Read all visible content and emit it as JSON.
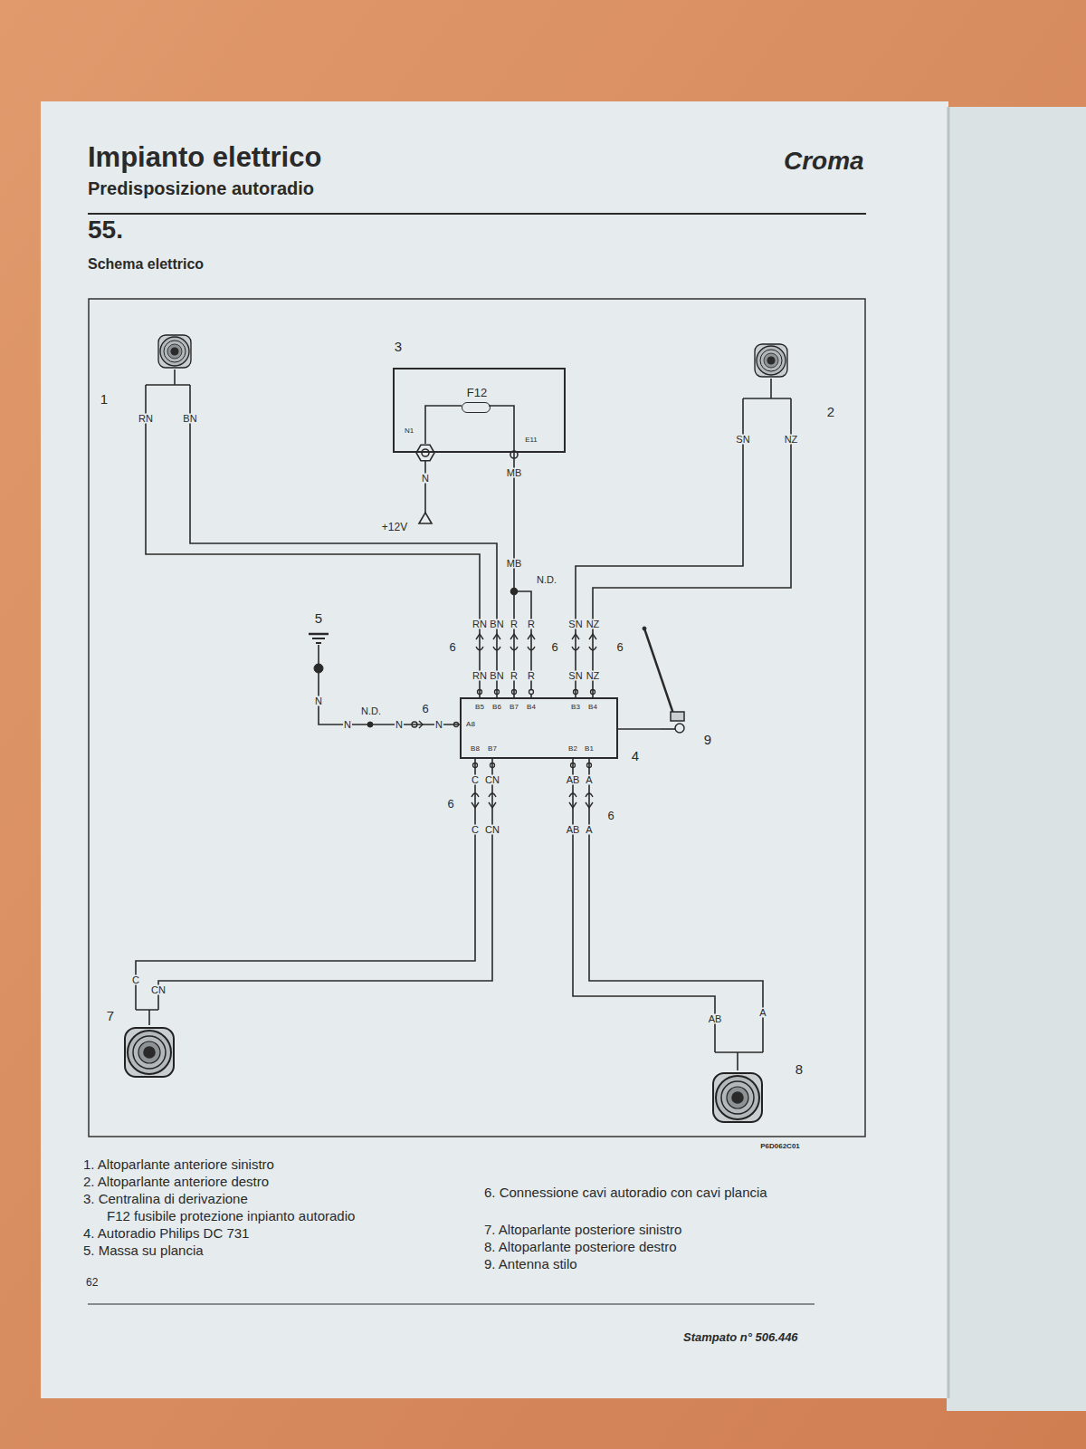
{
  "diagram": {
    "title": "Impianto elettrico",
    "nodes": [
      {
        "text": [
          "1"
        ]
      },
      {
        "text": [
          "3"
        ]
      },
      {
        "text": [
          "F12"
        ],
        "in": 1
      },
      {
        "text": [
          "2"
        ]
      },
      {
        "text": [
          "5"
        ]
      },
      {
        "text": [
          "4"
        ]
      },
      {
        "text": [
          "9"
        ]
      },
      {
        "text": [
          "7"
        ]
      },
      {
        "text": [
          "8"
        ]
      }
    ],
    "edges": [
      {
        "from": 0,
        "to": 5,
        "label": "RN",
        "arrow": "none"
      },
      {
        "from": 0,
        "to": 5,
        "label": "BN",
        "arrow": "none"
      },
      {
        "from": 3,
        "to": 5,
        "label": "SN",
        "arrow": "none"
      },
      {
        "from": 3,
        "to": 5,
        "label": "NZ",
        "arrow": "none"
      },
      {
        "from": 1,
        "to": 5,
        "label": "MB",
        "arrow": "none"
      },
      {
        "from": 4,
        "to": 5,
        "label": "N",
        "arrow": "none"
      },
      {
        "from": 5,
        "to": 6,
        "arrow": "none"
      },
      {
        "from": 5,
        "to": 7,
        "label": "C",
        "arrow": "none"
      },
      {
        "from": 5,
        "to": 7,
        "label": "CN",
        "arrow": "none"
      },
      {
        "from": 5,
        "to": 8,
        "label": "AB",
        "arrow": "none"
      },
      {
        "from": 5,
        "to": 8,
        "label": "A",
        "arrow": "none"
      }
    ],
    "labels": [
      "Croma",
      "Predisposizione autoradio",
      "55.",
      "Schema elettrico",
      "N1",
      "E11",
      "N",
      "+12V",
      "MB",
      "N.D.",
      "RN",
      "BN",
      "R",
      "R",
      "SN",
      "NZ",
      "RN",
      "BN",
      "R",
      "R",
      "SN",
      "NZ",
      "B5",
      "B6",
      "B7",
      "B4",
      "B3",
      "B4",
      "A8",
      "B8",
      "B7",
      "B2",
      "B1",
      "C",
      "CN",
      "AB",
      "A",
      "C",
      "CN",
      "AB",
      "A",
      "6",
      "6",
      "6",
      "6",
      "6",
      "6",
      "N",
      "N.D.",
      "N",
      "N",
      "P6D062C01",
      "1. Altoparlante anteriore sinistro",
      "2. Altoparlante anteriore destro",
      "3. Centralina di derivazione",
      "F12 fusibile protezione inpianto autoradio",
      "4. Autoradio Philips DC 731",
      "5. Massa su plancia",
      "6. Connessione cavi autoradio con cavi plancia",
      "7. Altoparlante posteriore sinistro",
      "8. Altoparlante posteriore destro",
      "9. Antenna stilo",
      "62",
      "Stampato n° 506.446"
    ]
  }
}
